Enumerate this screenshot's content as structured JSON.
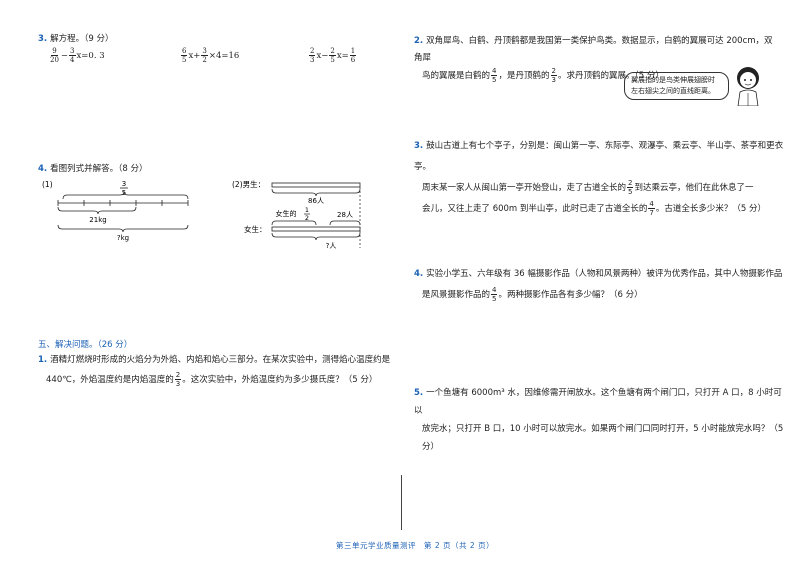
{
  "q3": {
    "number": "3.",
    "title": "解方程。（9 分）",
    "eq1": {
      "f1n": "9",
      "f1d": "20",
      "mid": "−",
      "f2n": "3",
      "f2d": "4",
      "rest": "x=0. 3"
    },
    "eq2": {
      "f1n": "6",
      "f1d": "5",
      "mid": "x+",
      "f2n": "3",
      "f2d": "2",
      "rest": "×4=16"
    },
    "eq3": {
      "f1n": "2",
      "f1d": "3",
      "mid": "x−",
      "f2n": "2",
      "f2d": "5",
      "mid2": "x=",
      "f3n": "1",
      "f3d": "6"
    }
  },
  "q4": {
    "number": "4.",
    "title": "看图列式并解答。（8 分）",
    "fig1": {
      "label": "(1)",
      "frac_n": "3",
      "frac_d": "5",
      "bottom1": "21kg",
      "bottom2": "?kg"
    },
    "fig2": {
      "label": "(2)男生：",
      "boys_val": "86人",
      "girls_label_text": "女生的",
      "frac_n": "1",
      "frac_d": "2",
      "girls_extra": "28人",
      "girls_row": "女生：",
      "girls_total": "?人"
    }
  },
  "section5": {
    "title": "五、解决问题。（26 分）"
  },
  "p1": {
    "number": "1.",
    "line1": "酒精灯燃烧时形成的火焰分为外焰、内焰和焰心三部分。在某次实验中，测得焰心温度约是",
    "line2a": "440℃，外焰温度约是内焰温度的",
    "frac_n": "2",
    "frac_d": "3",
    "line2b": "。这次实验中，外焰温度约为多少摄氏度？（5 分）"
  },
  "p2": {
    "number": "2.",
    "line1": "双角犀鸟、白鹤、丹顶鹤都是我国第一类保护鸟类。数据显示，白鹤的翼展可达 200cm，双角犀",
    "line2a": "鸟的翼展是白鹤的",
    "f1n": "4",
    "f1d": "5",
    "line2b": "，是丹顶鹤的",
    "f2n": "2",
    "f2d": "3",
    "line2c": "。求丹顶鹤的翼展。（5 分）",
    "bubble_line1": "翼展指的是鸟类伸展翅膀时",
    "bubble_line2": "左右翅尖之间的直线距离。"
  },
  "p3": {
    "number": "3.",
    "line1": "鼓山古道上有七个亭子，分别是：闽山第一亭、东际亭、观瀑亭、乘云亭、半山亭、茶亭和更衣亭。",
    "line2a": "周末某一家人从闽山第一亭开始登山，走了古道全长的",
    "f1n": "2",
    "f1d": "5",
    "line2b": "到达乘云亭，他们在此休息了一",
    "line3a": "会儿，又往上走了 600m 到半山亭，此时已走了古道全长的",
    "f2n": "4",
    "f2d": "7",
    "line3b": "。古道全长多少米？（5 分）"
  },
  "p4": {
    "number": "4.",
    "line1": "实验小学五、六年级有 36 幅摄影作品（人物和风景两种）被评为优秀作品，其中人物摄影作品",
    "line2a": "是风景摄影作品的",
    "f1n": "4",
    "f1d": "5",
    "line2b": "。两种摄影作品各有多少幅？（6 分）"
  },
  "p5": {
    "number": "5.",
    "line1": "一个鱼塘有 6000m³ 水，因维修需开闸放水。这个鱼塘有两个闸门口，只打开 A 口，8 小时可以",
    "line2": "放完水；只打开 B 口，10 小时可以放完水。如果两个闸门口同时打开，5 小时能放完水吗？（5 分）"
  },
  "footer": {
    "text": "第三单元学业质量测评　第 2 页（共 2 页）"
  },
  "colors": {
    "accent": "#1c62b5"
  }
}
